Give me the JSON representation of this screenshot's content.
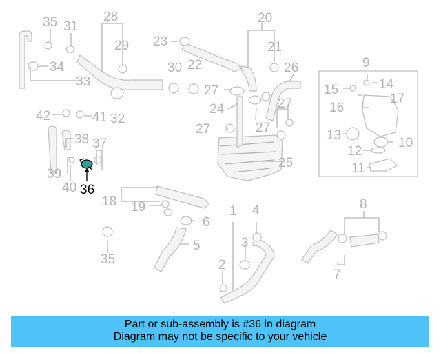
{
  "labels": {
    "l1": "1",
    "l2": "2",
    "l3": "3",
    "l4": "4",
    "l5": "5",
    "l6": "6",
    "l7": "7",
    "l8": "8",
    "l9": "9",
    "l10": "10",
    "l11": "11",
    "l12": "12",
    "l13": "13",
    "l14": "14",
    "l15": "15",
    "l16": "16",
    "l17": "17",
    "l18": "18",
    "l19": "19",
    "l20": "20",
    "l21": "21",
    "l22": "22",
    "l23": "23",
    "l24": "24",
    "l25": "25",
    "l26": "26",
    "l27a": "27",
    "l27b": "27",
    "l27c": "27",
    "l27d": "27",
    "l28": "28",
    "l29": "29",
    "l30": "30",
    "l31": "31",
    "l32": "32",
    "l33": "33",
    "l34": "34",
    "l35a": "35",
    "l35b": "35",
    "l36": "36",
    "l37": "37",
    "l38": "38",
    "l39": "39",
    "l40": "40",
    "l41": "41",
    "l42": "42"
  },
  "highlight": {
    "part_number": "36",
    "color": "#2e9e95"
  },
  "banner": {
    "line1": "Part or sub-assembly is #36 in diagram",
    "line2": "Diagram may not be specific to your vehicle",
    "color": "#4fc3f7"
  }
}
